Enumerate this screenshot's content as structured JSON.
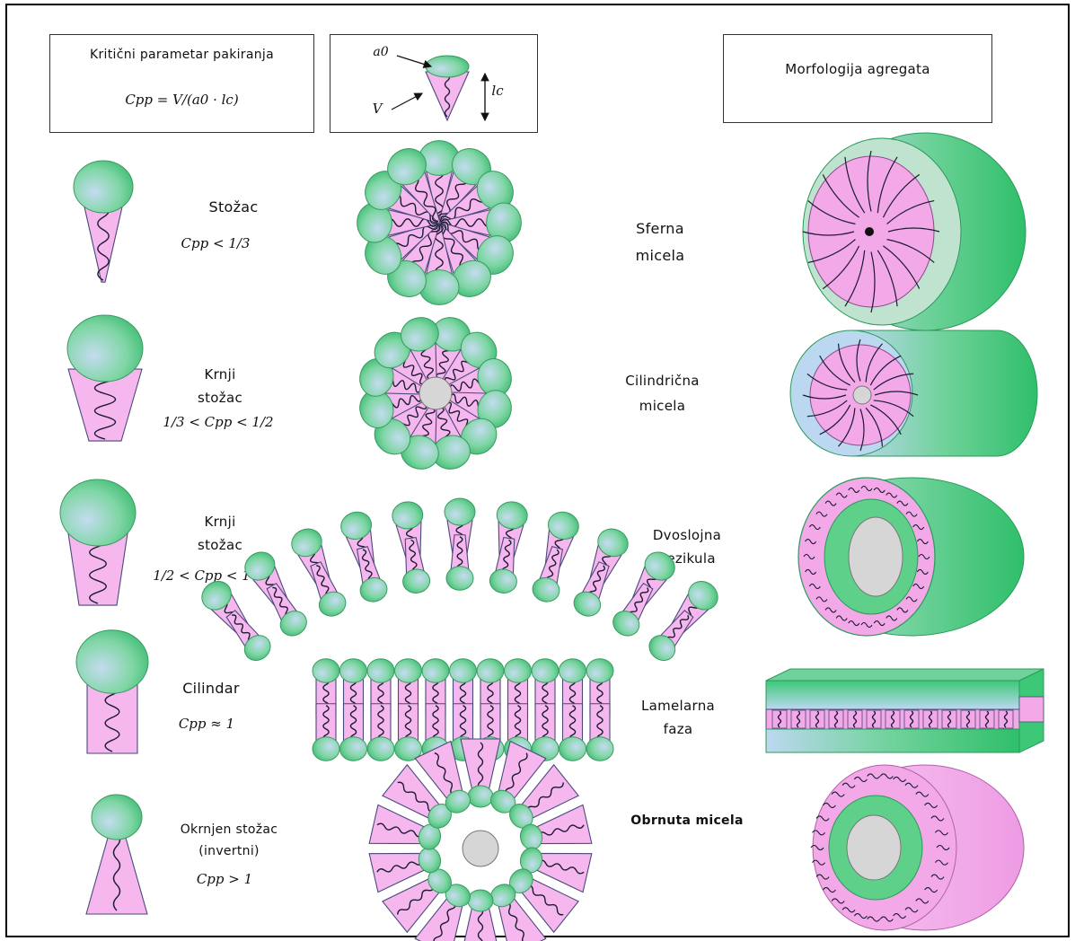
{
  "header": {
    "parameter_title": "Kritični parametar pakiranja",
    "parameter_formula": "Cpp = V/(a0 · lc)",
    "geometry_labels": {
      "a0": "a0",
      "V": "V",
      "lc": "lc"
    },
    "morphology_title": "Morfologija agregata"
  },
  "rows": [
    {
      "shape": "Stožac",
      "condition": "Cpp < 1/3",
      "aggregate": "Sferna micela"
    },
    {
      "shape": "Krnji stožac",
      "condition": "1/3 < Cpp < 1/2",
      "aggregate": "Cilindrična micela"
    },
    {
      "shape": "Krnji stožac",
      "condition": "1/2 < Cpp < 1",
      "aggregate": "Dvoslojna vezikula"
    },
    {
      "shape": "Cilindar",
      "condition": "Cpp ≈ 1",
      "aggregate": "Lamelarna faza"
    },
    {
      "shape": "Okrnjen stožac (invertni)",
      "condition": "Cpp > 1",
      "aggregate": "Obrnuta micela"
    }
  ],
  "colors": {
    "head_green": "#5fd08a",
    "head_blue": "#b8d8ef",
    "tail_pink": "#f5b7ee",
    "chain": "#1a1a30",
    "core_gray": "#d6d6d6"
  }
}
